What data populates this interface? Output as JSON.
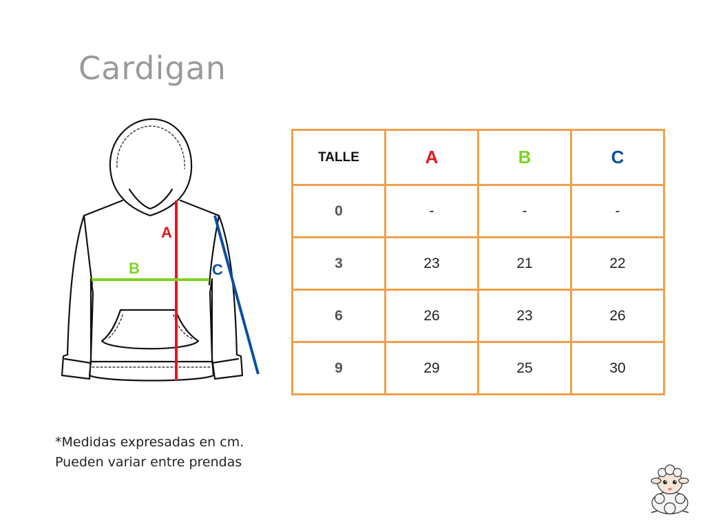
{
  "title": "Cardigan",
  "diagram": {
    "labels": {
      "a": "A",
      "b": "B",
      "c": "C"
    },
    "colors": {
      "a": "#e8141c",
      "b": "#7ed321",
      "c": "#0a4ea6"
    }
  },
  "table": {
    "headers": [
      "TALLE",
      "A",
      "B",
      "C"
    ],
    "rows": [
      [
        "0",
        "-",
        "-",
        "-"
      ],
      [
        "3",
        "23",
        "21",
        "22"
      ],
      [
        "6",
        "26",
        "23",
        "26"
      ],
      [
        "9",
        "29",
        "25",
        "30"
      ]
    ],
    "border_color": "#f0a04b"
  },
  "note": {
    "line1": "*Medidas expresadas en cm.",
    "line2": "Pueden variar entre prendas"
  },
  "mascot": {
    "icon": "sheep-icon"
  }
}
